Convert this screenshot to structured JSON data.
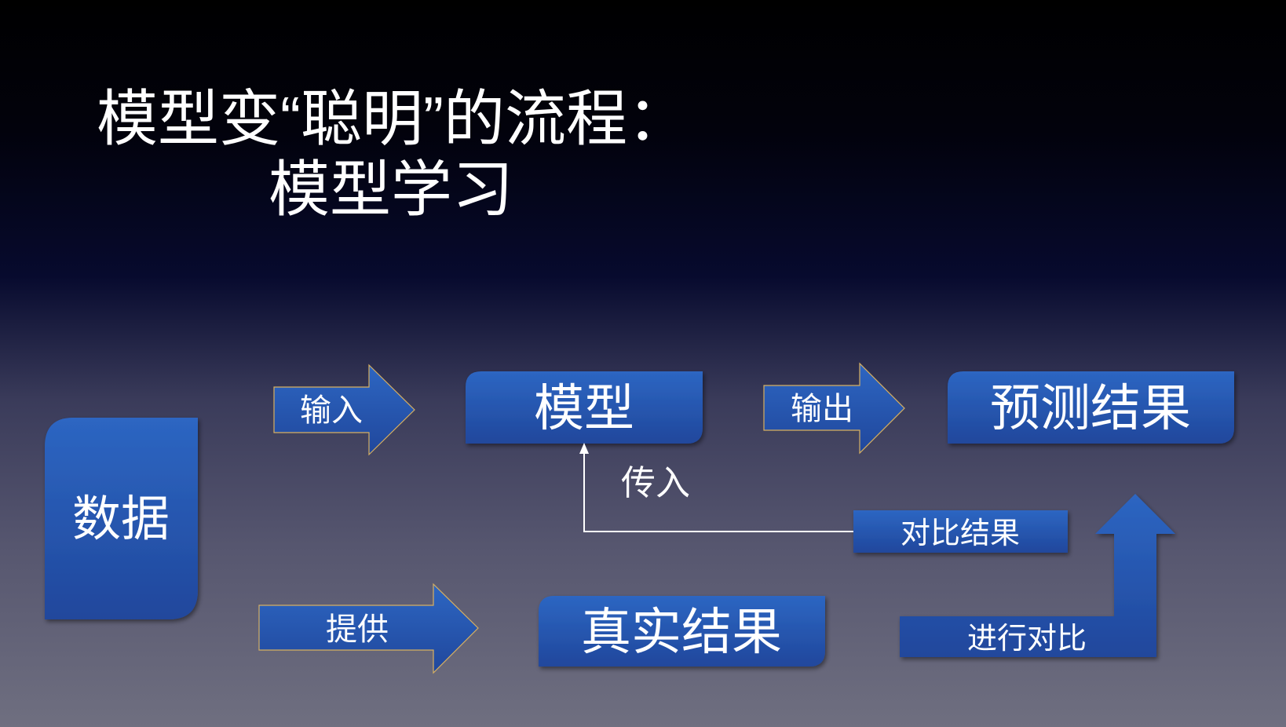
{
  "title": {
    "line1": "模型变“聪明”的流程：",
    "line2": "模型学习"
  },
  "nodes": {
    "data": "数据",
    "model": "模型",
    "prediction": "预测结果",
    "ground_truth": "真实结果",
    "comparison_result": "对比结果"
  },
  "arrows": {
    "input": "输入",
    "output": "输出",
    "provide": "提供",
    "compare": "进行对比",
    "feed_back": "传入"
  },
  "colors": {
    "box_top": "#2d66c2",
    "box_bottom": "#20479c",
    "arrow_outline": "#d8b060",
    "line": "#ffffff"
  }
}
